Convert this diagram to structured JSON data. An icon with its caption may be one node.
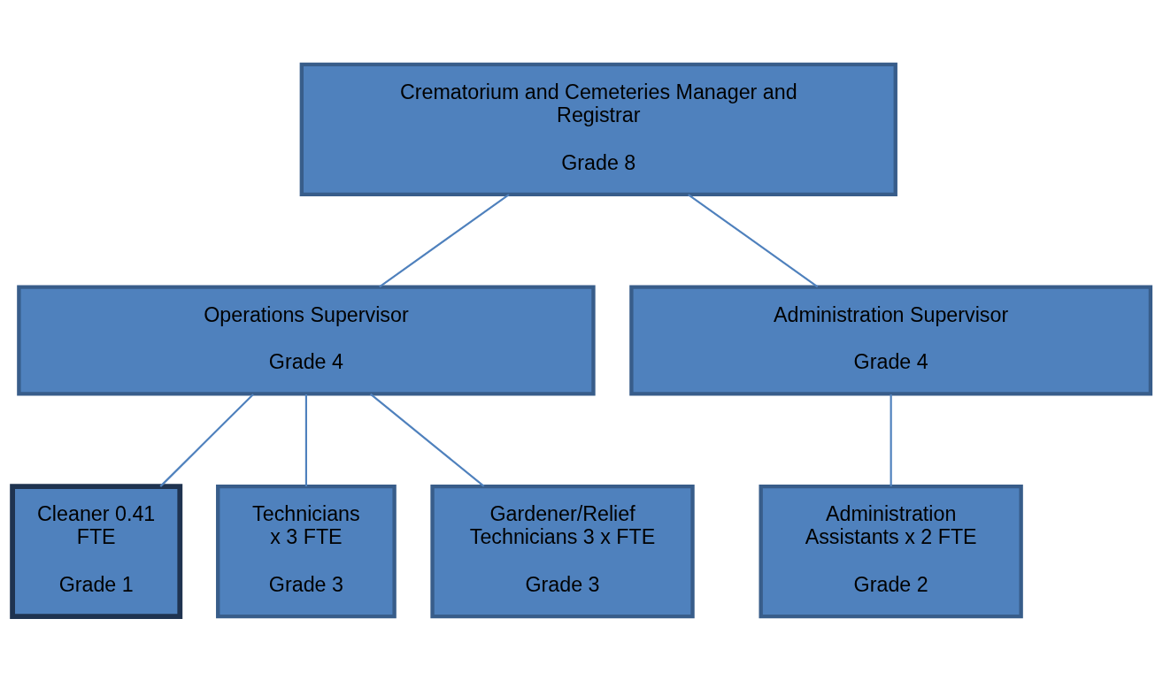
{
  "diagram": {
    "nodes": [
      {
        "text": [
          "Crematorium and Cemeteries Manager and Registrar",
          "Grade 8"
        ]
      },
      {
        "text": [
          "Operations Supervisor",
          "Grade 4"
        ]
      },
      {
        "text": [
          "Administration Supervisor",
          "Grade 4"
        ]
      },
      {
        "text": [
          "Cleaner 0.41 FTE",
          "Grade 1"
        ]
      },
      {
        "text": [
          "Technicians x 3 FTE",
          "Grade 3"
        ]
      },
      {
        "text": [
          "Gardener/Relief Technicians 3 x FTE",
          "Grade 3"
        ]
      },
      {
        "text": [
          "Administration Assistants x 2 FTE",
          "Grade 2"
        ]
      }
    ],
    "edges": [
      {
        "from": 0,
        "to": 1,
        "arrow": "none"
      },
      {
        "from": 0,
        "to": 2,
        "arrow": "none"
      },
      {
        "from": 1,
        "to": 3,
        "arrow": "none"
      },
      {
        "from": 1,
        "to": 4,
        "arrow": "none"
      },
      {
        "from": 1,
        "to": 5,
        "arrow": "none"
      },
      {
        "from": 2,
        "to": 6,
        "arrow": "none"
      }
    ]
  }
}
